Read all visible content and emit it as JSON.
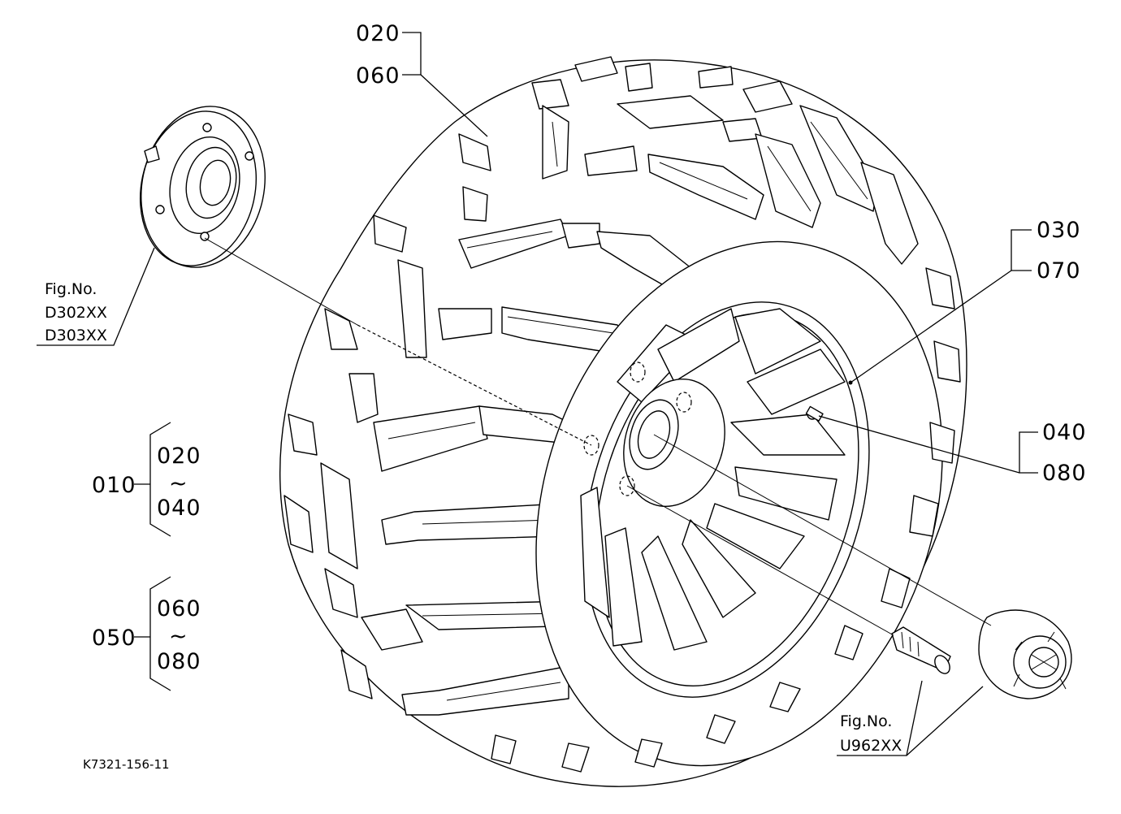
{
  "callouts": {
    "c020_top": "020",
    "c060_top": "060",
    "c030": "030",
    "c070": "070",
    "c040_right": "040",
    "c080_right": "080",
    "c010": "010",
    "c010_from": "020",
    "c010_tilde": "~",
    "c010_to": "040",
    "c050": "050",
    "c050_from": "060",
    "c050_tilde": "~",
    "c050_to": "080"
  },
  "fig_refs": {
    "hub_label": "Fig.No.",
    "hub_line1": "D302XX",
    "hub_line2": "D303XX",
    "cap_label": "Fig.No.",
    "cap_line1": "U962XX"
  },
  "drawing_code": "K7321-156-11"
}
